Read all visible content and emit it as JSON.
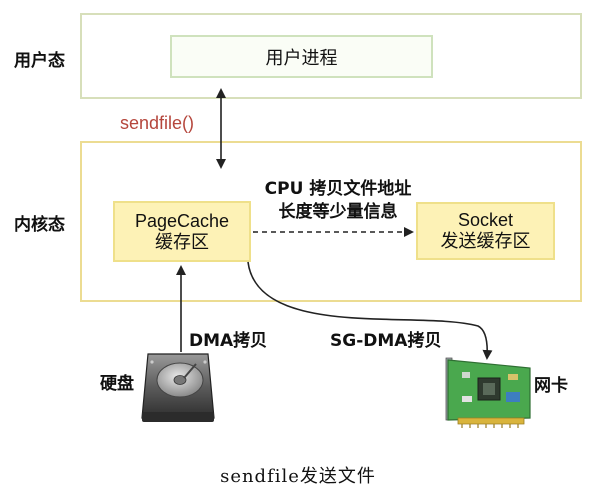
{
  "zones": {
    "user_label": "用户态",
    "kernel_label": "内核态"
  },
  "user_process": "用户进程",
  "syscall": "sendfile()",
  "page_cache": {
    "line1": "PageCache",
    "line2": "缓存区"
  },
  "socket": {
    "line1": "Socket",
    "line2": "发送缓存区"
  },
  "cpu_copy": {
    "line1": "CPU 拷贝文件地址",
    "line2": "长度等少量信息"
  },
  "dma_copy": "DMA拷贝",
  "sg_dma_copy": "SG-DMA拷贝",
  "disk_label": "硬盘",
  "nic_label": "网卡",
  "caption": "sendfile发送文件",
  "icons": {
    "disk": "hard-disk-icon",
    "nic": "network-card-icon"
  },
  "colors": {
    "syscall_text": "#b5463c",
    "buffer_fill": "#fdf2b6",
    "user_border": "#d7dfba",
    "kernel_border": "#ecdc92"
  }
}
